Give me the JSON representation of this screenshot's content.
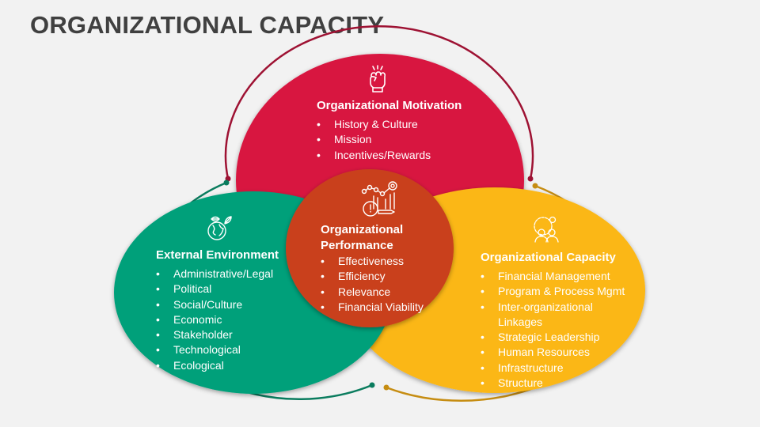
{
  "title": "ORGANIZATIONAL CAPACITY",
  "colors": {
    "background": "#f2f2f2",
    "title": "#404040",
    "motivation": "#d81540",
    "environment": "#03a07a",
    "performance": "#c9401b",
    "capacity": "#fbb713",
    "motivation_ring": "#9e1233",
    "environment_ring": "#0a7c5e",
    "capacity_ring": "#c68d12",
    "text": "#ffffff"
  },
  "circles": {
    "motivation": {
      "icon": "raised-fist-icon",
      "heading": "Organizational Motivation",
      "items": [
        "History & Culture",
        "Mission",
        "Incentives/Rewards"
      ]
    },
    "environment": {
      "icon": "globe-leaves-icon",
      "heading": "External Environment",
      "items": [
        "Administrative/Legal",
        "Political",
        "Social/Culture",
        "Economic",
        "Stakeholder",
        "Technological",
        "Ecological"
      ]
    },
    "performance": {
      "icon": "performance-chart-icon",
      "heading_line1": "Organizational",
      "heading_line2": "Performance",
      "items": [
        "Effectiveness",
        "Efficiency",
        "Relevance",
        "Financial Viability"
      ]
    },
    "capacity": {
      "icon": "team-gear-icon",
      "heading": "Organizational Capacity",
      "items": [
        "Financial Management",
        "Program & Process Mgmt",
        "Inter-organizational",
        "Linkages",
        "Strategic Leadership",
        "Human Resources",
        "Infrastructure",
        "Structure"
      ]
    }
  }
}
